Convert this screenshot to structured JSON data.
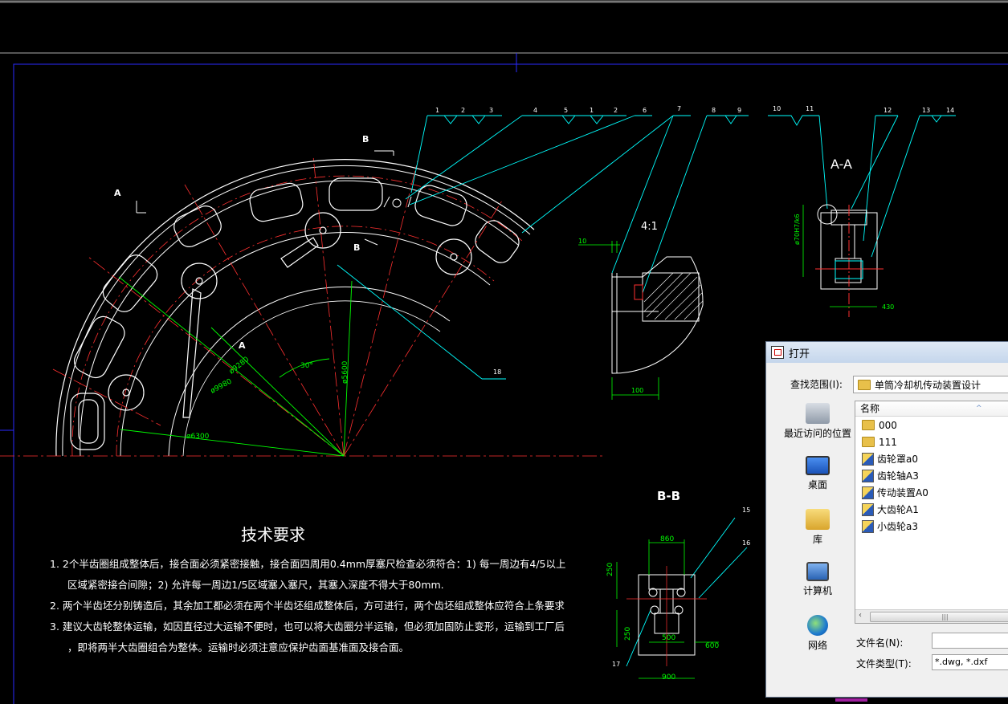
{
  "drawing": {
    "balloons": [
      "1",
      "2",
      "3",
      "4",
      "5",
      "1",
      "2",
      "6",
      "7",
      "8",
      "9",
      "10",
      "11",
      "12",
      "13",
      "14",
      "15",
      "16",
      "17",
      "18"
    ],
    "section_a_label": "A",
    "section_b_label": "B",
    "view_aa_title": "A-A",
    "view_bb_title": "B-B",
    "detail_scale": "4:1",
    "dims": {
      "d6300": "ø6300",
      "d5600": "ø5600",
      "d9980": "ø9980",
      "d9280": "ø9280",
      "angle": "30°",
      "d10": "10",
      "d100": "100",
      "d430": "430",
      "fit": "ø70H7/k6",
      "d860": "860",
      "d250a": "250",
      "d250b": "250",
      "d500": "500",
      "d600": "600",
      "d900": "900"
    }
  },
  "tech": {
    "title": "技术要求",
    "lines": [
      "1. 2个半齿圈组成整体后，接合面必须紧密接触，接合面四周用0.4mm厚塞尺检查必须符合：1) 每一周边有4/5以上",
      "区域紧密接合间隙；2) 允许每一周边1/5区域塞入塞尺，其塞入深度不得大于80mm.",
      "2. 两个半齿坯分别铸造后，其余加工都必须在两个半齿坯组成整体后，方可进行，两个齿坯组成整体应符合上条要求",
      "3. 建议大齿轮整体运输，如因直径过大运输不便时，也可以将大齿圈分半运输，但必须加固防止变形，运输到工厂后",
      "，即将两半大齿圈组合为整体。运输时必须注意应保护齿面基准面及接合面。"
    ]
  },
  "dialog": {
    "title": "打开",
    "lookin_label": "查找范围(I):",
    "lookin_value": "单筒冷却机传动装置设计",
    "places": [
      "最近访问的位置",
      "桌面",
      "库",
      "计算机",
      "网络"
    ],
    "column_name": "名称",
    "files": [
      {
        "name": "000",
        "kind": "folder"
      },
      {
        "name": "111",
        "kind": "folder"
      },
      {
        "name": "齿轮罩a0",
        "kind": "dwg"
      },
      {
        "name": "齿轮轴A3",
        "kind": "dwg"
      },
      {
        "name": "传动装置A0",
        "kind": "dwg"
      },
      {
        "name": "大齿轮A1",
        "kind": "dwg"
      },
      {
        "name": "小齿轮a3",
        "kind": "dwg"
      }
    ],
    "filename_label": "文件名(N):",
    "filename_value": "",
    "filetype_label": "文件类型(T):",
    "filetype_value": "*.dwg, *.dxf"
  },
  "colors": {
    "background": "#000000",
    "line_white": "#ffffff",
    "line_red": "#ff2020",
    "line_cyan": "#00ffff",
    "line_green": "#00ff00",
    "frame_blue": "#2020ff"
  }
}
